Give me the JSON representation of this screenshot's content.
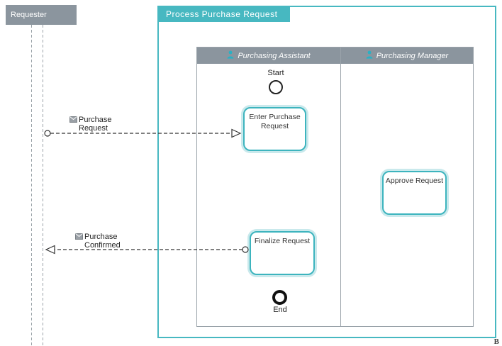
{
  "colors": {
    "teal_accent": "#47b8c1",
    "pool_gray": "#8b959e",
    "task_border": "#3db4be",
    "task_glow": "#c9e9ec"
  },
  "requester_pool": {
    "label": "Requester"
  },
  "process_pool": {
    "title": "Process Purchase Request"
  },
  "lanes": [
    {
      "label": "Purchasing Assistant",
      "icon": "person-icon"
    },
    {
      "label": "Purchasing Manager",
      "icon": "person-icon"
    }
  ],
  "events": {
    "start_label": "Start",
    "end_label": "End"
  },
  "tasks": [
    {
      "label": "Enter Purchase Request"
    },
    {
      "label": "Approve Request"
    },
    {
      "label": "Finalize Request"
    }
  ],
  "message_flows": [
    {
      "label": "Purchase Request",
      "icon": "envelope-icon"
    },
    {
      "label": "Purchase Confirmed",
      "icon": "envelope-icon"
    }
  ],
  "watermark": "B"
}
